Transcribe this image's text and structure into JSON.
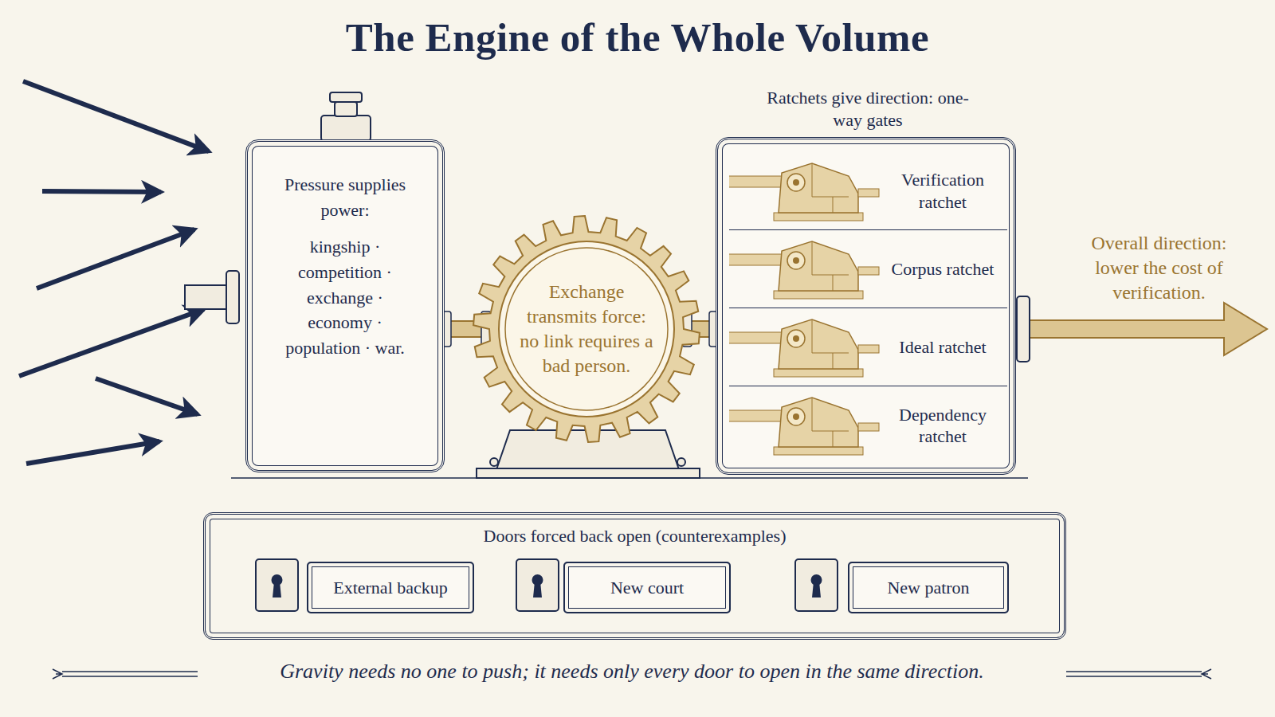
{
  "diagram": {
    "title": "The Engine of the Whole Volume",
    "caption": "Gravity needs no one to push; it needs only every door to open in the same direction.",
    "nodes": [
      {
        "text": [
          "Pressure supplies power:",
          "kingship · competition · exchange · economy · population · war."
        ]
      },
      {
        "text": [
          "Exchange transmits force: no link requires a bad person."
        ]
      },
      {
        "text": [
          "Ratchets give direction: one-way gates"
        ]
      },
      {
        "text": [
          "Verification ratchet"
        ],
        "in": 2
      },
      {
        "text": [
          "Corpus ratchet"
        ],
        "in": 2
      },
      {
        "text": [
          "Ideal ratchet"
        ],
        "in": 2
      },
      {
        "text": [
          "Dependency ratchet"
        ],
        "in": 2
      },
      {
        "text": [
          "Doors forced back open (counterexamples)"
        ]
      },
      {
        "text": [
          "External backup"
        ],
        "in": 7
      },
      {
        "text": [
          "New court"
        ],
        "in": 7
      },
      {
        "text": [
          "New patron"
        ],
        "in": 7
      }
    ],
    "edges": [
      {
        "from": 0,
        "to": 1,
        "arrow": "none"
      },
      {
        "from": 1,
        "to": 2,
        "arrow": "none"
      }
    ],
    "labels": [
      "Overall direction: lower the cost of verification."
    ]
  }
}
